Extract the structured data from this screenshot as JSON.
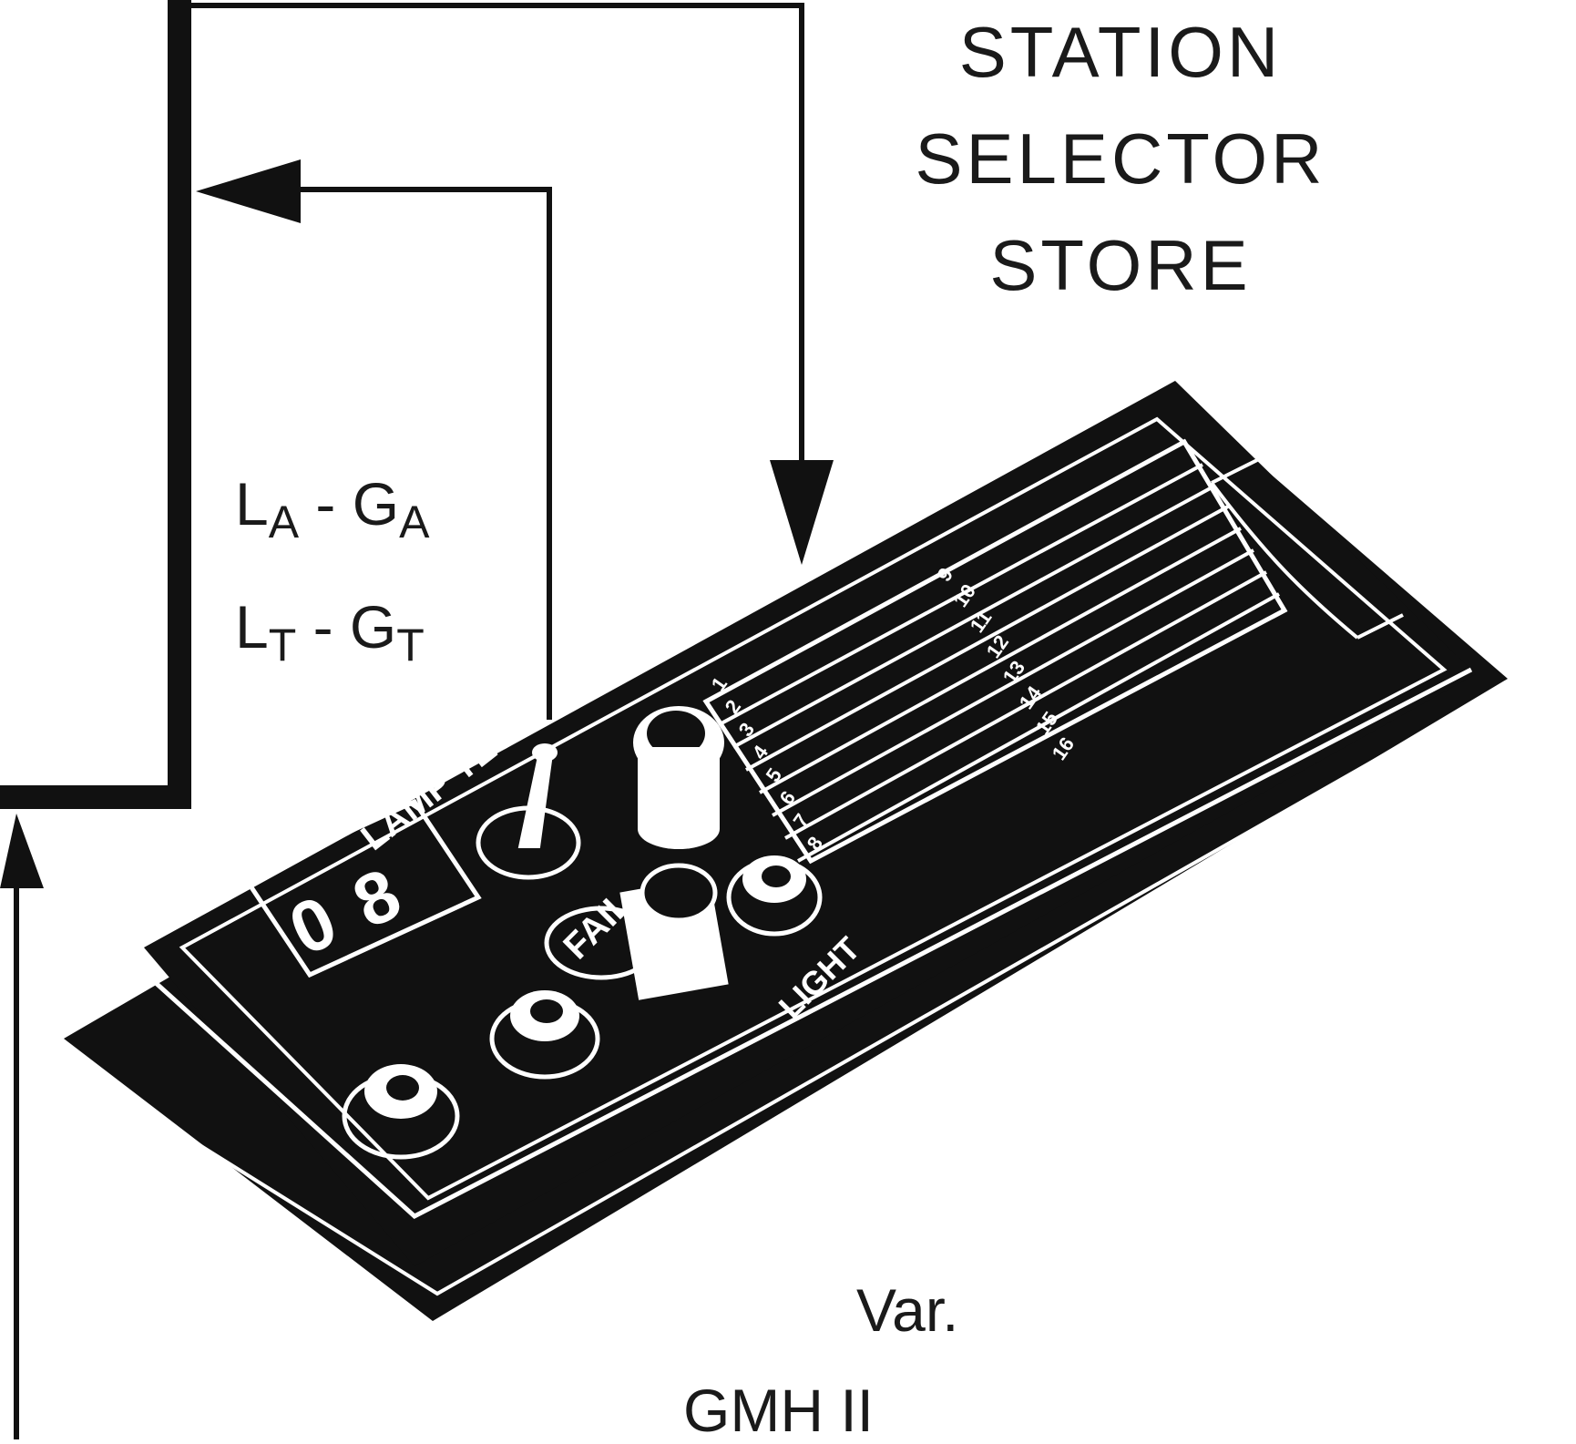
{
  "title": {
    "line1": "STATION",
    "line2": "SELECTOR",
    "line3": "STORE"
  },
  "signals": {
    "line1": {
      "a": "L",
      "a_sub": "A",
      "sep": " - ",
      "b": "G",
      "b_sub": "A"
    },
    "line2": {
      "a": "L",
      "a_sub": "T",
      "sep": " - ",
      "b": "G",
      "b_sub": "T"
    }
  },
  "device": {
    "display_digits": [
      "0",
      "8"
    ],
    "lamp_test_label": "LAMP TEST",
    "fail_label": "FAIL",
    "light_label": "LIGHT",
    "left_column_numbers": [
      "1",
      "2",
      "3",
      "4",
      "5",
      "6",
      "7",
      "8"
    ],
    "right_column_numbers": [
      "9",
      "10",
      "11",
      "12",
      "13",
      "14",
      "15",
      "16"
    ]
  },
  "caption": {
    "line1": "Var.",
    "line2": "GMH II"
  },
  "colors": {
    "ink": "#111111",
    "paper": "#ffffff"
  }
}
